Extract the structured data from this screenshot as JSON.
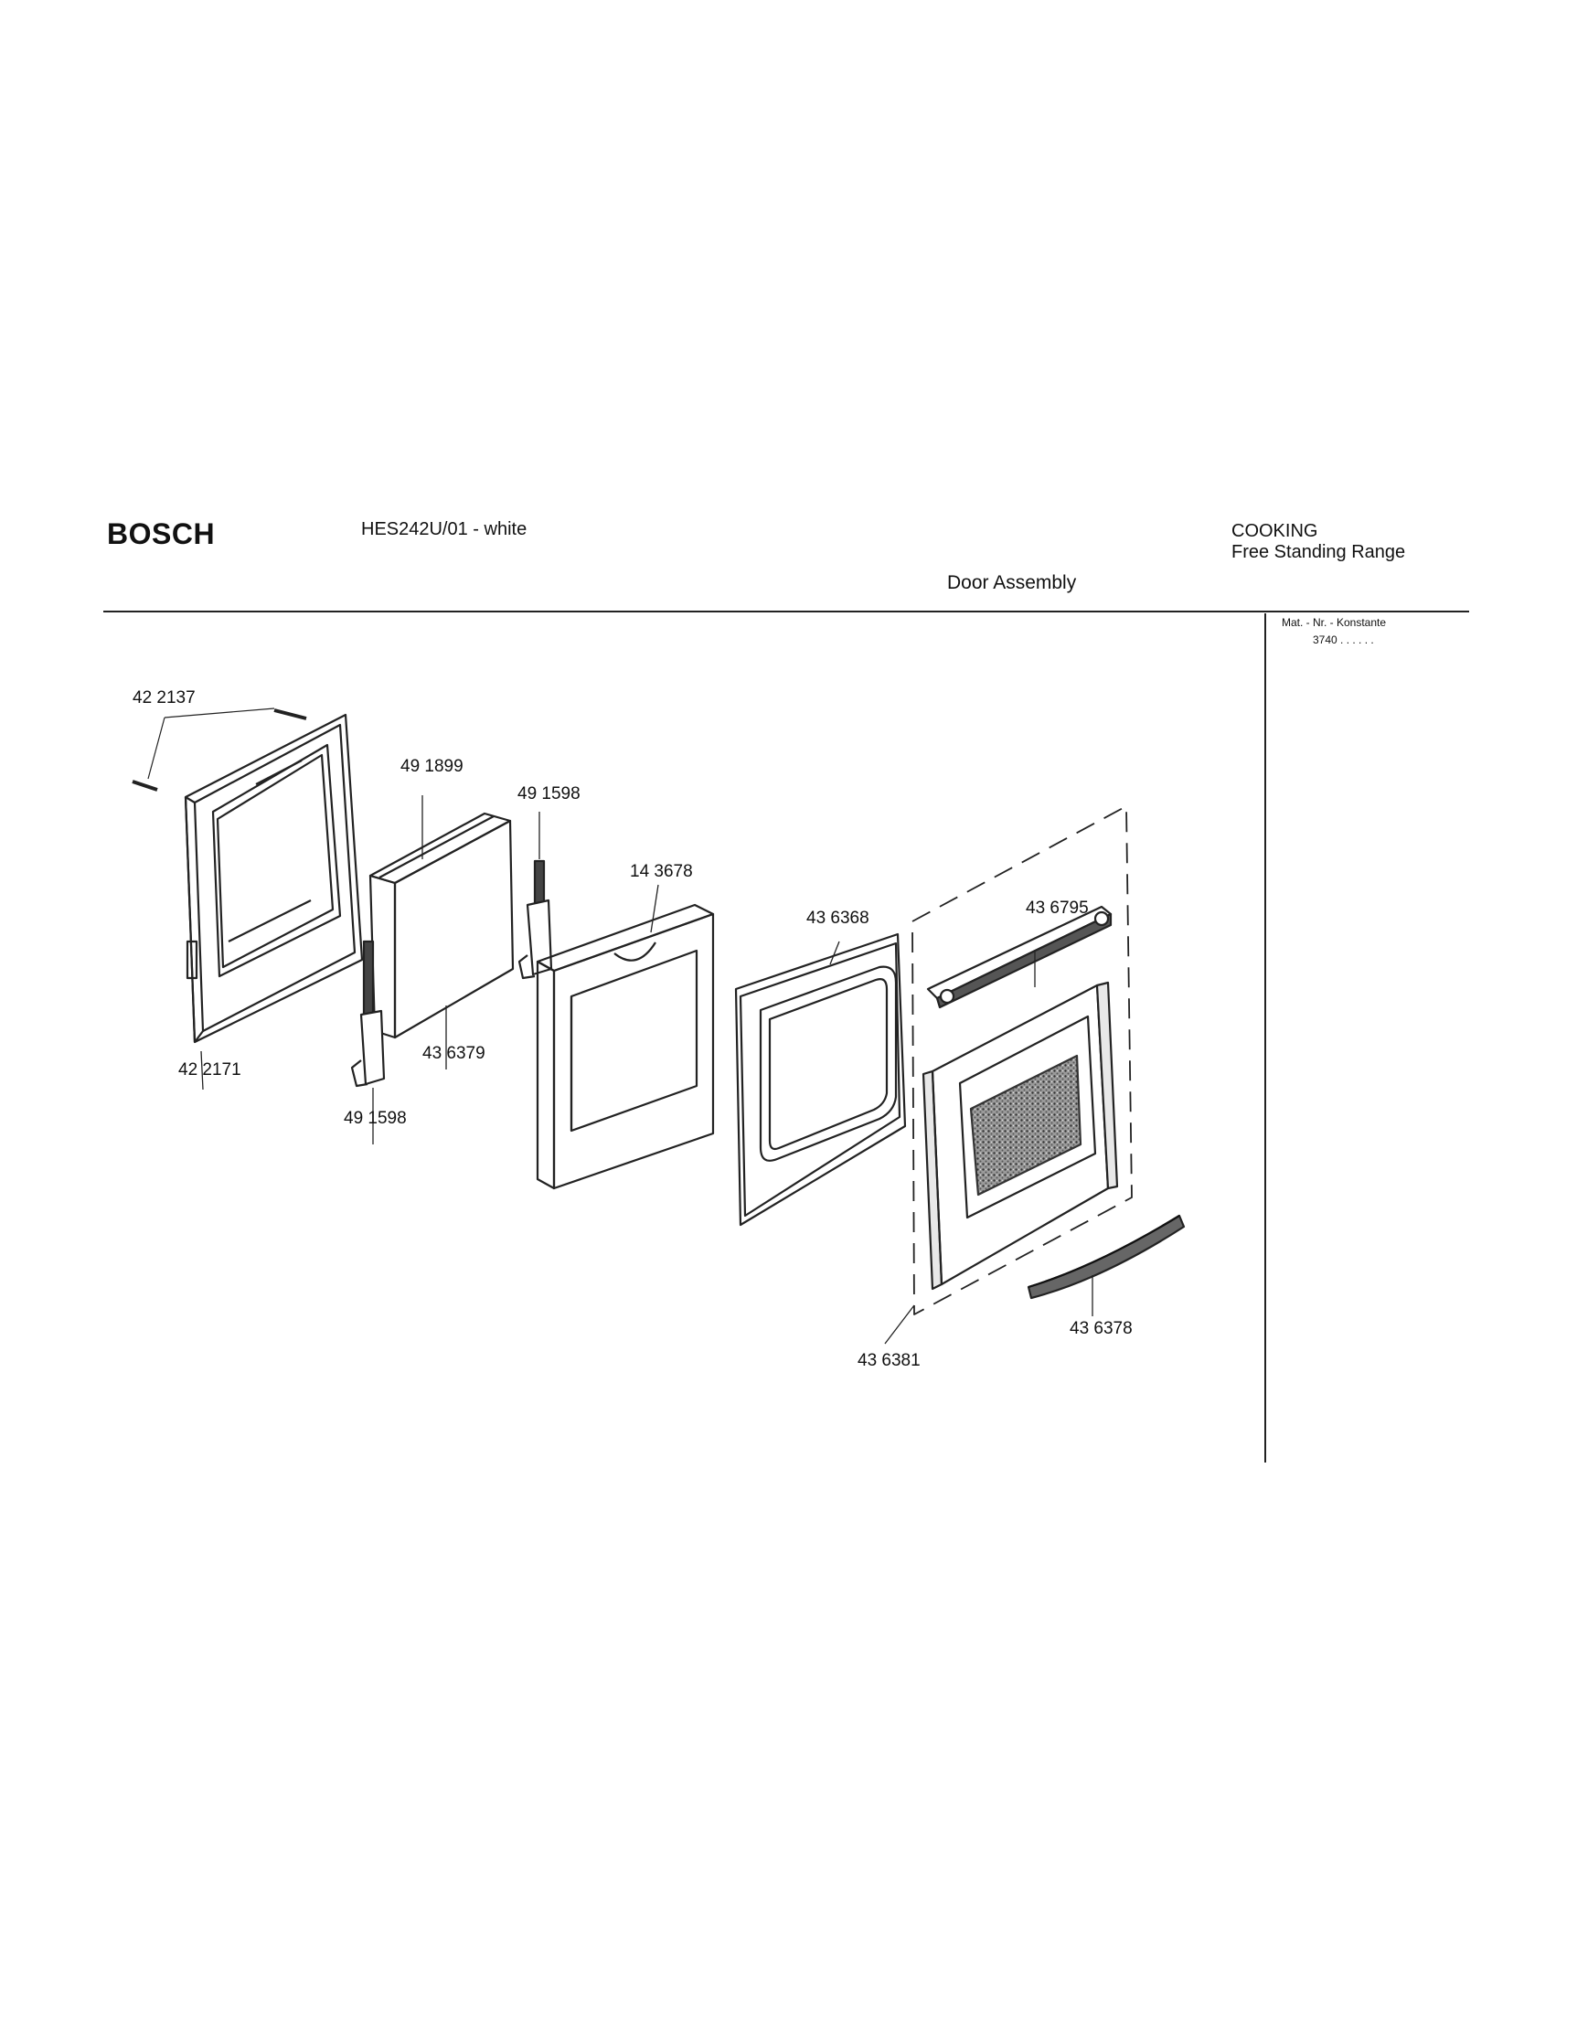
{
  "header": {
    "brand": "BOSCH",
    "model": "HES242U/01 - white",
    "category": "COOKING",
    "product_type": "Free Standing Range",
    "subtitle": "Door Assembly",
    "material_number_label": "Mat. - Nr. - Konstante",
    "material_number_value": "3740 . .  . . . ."
  },
  "parts": {
    "p422137": "42 2137",
    "p422171": "42 2171",
    "p491899": "49 1899",
    "p491598_top": "49 1598",
    "p491598_bottom": "49 1598",
    "p436379": "43 6379",
    "p143678": "14 3678",
    "p436368": "43 6368",
    "p436795": "43 6795",
    "p436381": "43 6381",
    "p436378": "43 6378"
  }
}
